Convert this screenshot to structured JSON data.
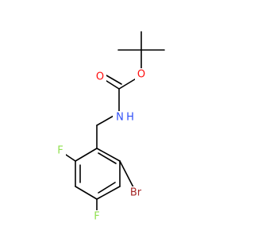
{
  "colors": {
    "bond": "#000000",
    "oxygen": "#ff0d0d",
    "nitrogen": "#3050f8",
    "fluorine": "#90e050",
    "bromine": "#a62929",
    "background": "#ffffff"
  },
  "atoms": {
    "o_carbonyl": "O",
    "o_ester": "O",
    "nitrogen": "N",
    "hydrogen": "H",
    "fluorine_top": "F",
    "fluorine_bottom": "F",
    "bromine": "Br"
  }
}
